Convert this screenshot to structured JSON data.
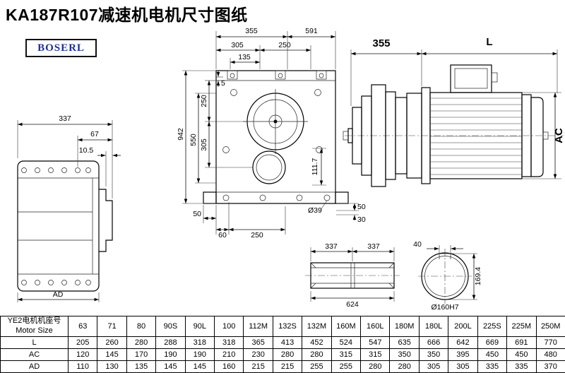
{
  "title": "KA187R107减速机电机尺寸图纸",
  "brand": "BOSERL",
  "dims": {
    "left": {
      "w337": "337",
      "h67": "67",
      "h10_5": "10.5",
      "ad": "AD"
    },
    "main": {
      "t355": "355",
      "t591": "591",
      "t305": "305",
      "t250": "250",
      "t135": "135",
      "l942": "942",
      "l550": "550",
      "l250": "250",
      "l305": "305",
      "l5": "5",
      "r111_7": "111.7",
      "b50": "50",
      "b60": "60",
      "b250": "250",
      "dia39": "Ø39",
      "r50": "50",
      "r30": "30"
    },
    "side": {
      "d355": "355",
      "L": "L",
      "AC": "AC"
    },
    "shaft": {
      "a337": "337",
      "b337": "337",
      "total": "624",
      "key40": "40"
    },
    "bore": {
      "h169_4": "169.4",
      "dia160": "Ø160H7"
    }
  },
  "table": {
    "corner": {
      "line1": "YE2电机机座号",
      "line2": "Motor Size"
    },
    "columns": [
      "63",
      "71",
      "80",
      "90S",
      "90L",
      "100",
      "112M",
      "132S",
      "132M",
      "160M",
      "160L",
      "180M",
      "180L",
      "200L",
      "225S",
      "225M",
      "250M"
    ],
    "rows": [
      {
        "label": "L",
        "values": [
          "205",
          "260",
          "280",
          "288",
          "318",
          "318",
          "365",
          "413",
          "452",
          "524",
          "547",
          "635",
          "666",
          "642",
          "669",
          "691",
          "770"
        ]
      },
      {
        "label": "AC",
        "values": [
          "120",
          "145",
          "170",
          "190",
          "190",
          "210",
          "230",
          "280",
          "280",
          "315",
          "315",
          "350",
          "350",
          "395",
          "450",
          "450",
          "480"
        ]
      },
      {
        "label": "AD",
        "values": [
          "110",
          "130",
          "135",
          "145",
          "145",
          "160",
          "215",
          "215",
          "255",
          "255",
          "280",
          "280",
          "305",
          "305",
          "335",
          "335",
          "370"
        ]
      }
    ]
  }
}
